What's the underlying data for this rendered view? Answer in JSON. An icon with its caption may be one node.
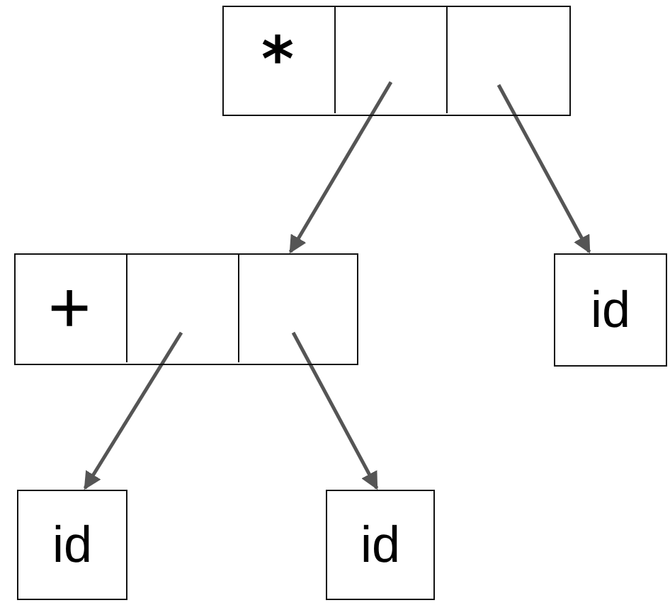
{
  "diagram": {
    "nodes": [
      {
        "text": [],
        "shape": "box"
      },
      {
        "text": [
          "*"
        ],
        "in": 0
      },
      {
        "text": [],
        "shape": "box",
        "in": 0
      },
      {
        "text": [],
        "shape": "box",
        "in": 0
      },
      {
        "text": [],
        "shape": "box"
      },
      {
        "text": [
          "+"
        ],
        "in": 4
      },
      {
        "text": [],
        "shape": "box",
        "in": 4
      },
      {
        "text": [],
        "shape": "box",
        "in": 4
      },
      {
        "text": [
          "id"
        ]
      },
      {
        "text": [
          "id"
        ]
      },
      {
        "text": [
          "id"
        ]
      }
    ],
    "edges": [
      {
        "from": 2,
        "to": 4,
        "arrow": "to"
      },
      {
        "from": 3,
        "to": 8,
        "arrow": "to"
      },
      {
        "from": 6,
        "to": 9,
        "arrow": "to"
      },
      {
        "from": 7,
        "to": 10,
        "arrow": "to"
      }
    ]
  }
}
